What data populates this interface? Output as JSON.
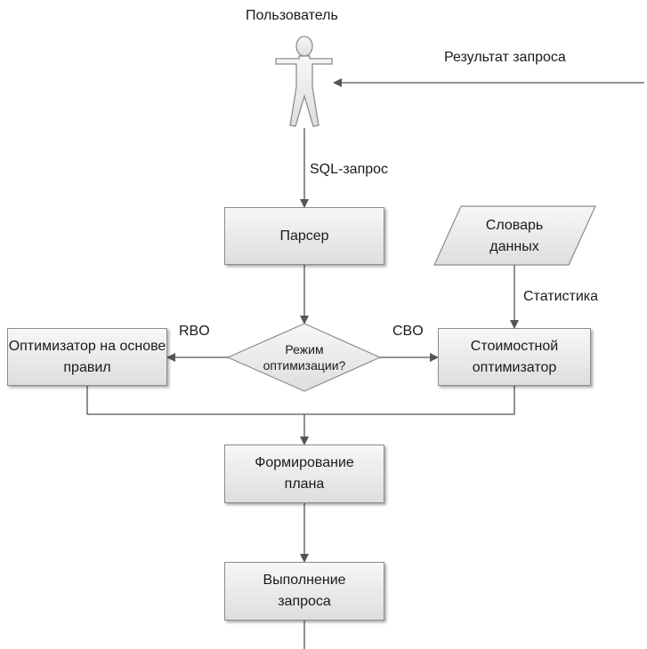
{
  "nodes": {
    "user": "Пользователь",
    "parser": "Парсер",
    "dictionary": "Словарь данных",
    "mode": "Режим оптимизации?",
    "rbo_opt": "Оптимизатор на основе правил",
    "cbo_opt": "Стоимостной оптимизатор",
    "plan": "Формирование плана",
    "exec": "Выполнение запроса"
  },
  "edges": {
    "result": "Результат запроса",
    "sql": "SQL-запрос",
    "stats": "Статистика",
    "rbo": "RBO",
    "cbo": "CBO"
  }
}
